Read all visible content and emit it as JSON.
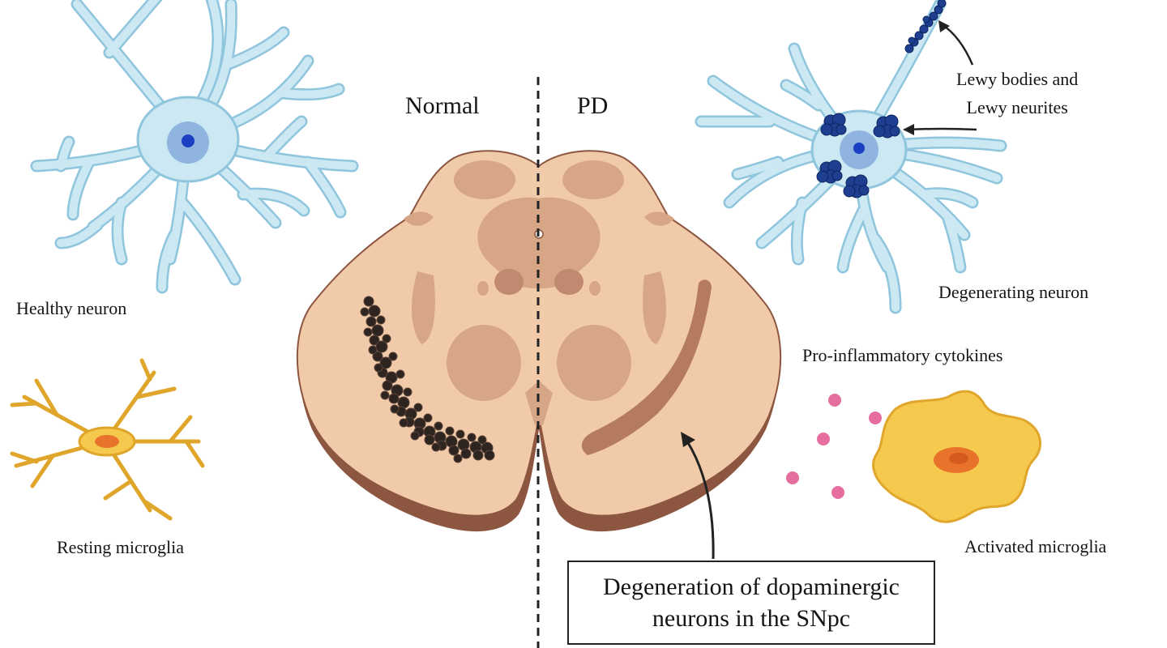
{
  "labels": {
    "healthy_neuron": "Healthy neuron",
    "resting_microglia": "Resting microglia",
    "normal": "Normal",
    "pd": "PD",
    "lewy_bodies": "Lewy bodies and\nLewy neurites",
    "degenerating_neuron": "Degenerating neuron",
    "cytokines": "Pro-inflammatory cytokines",
    "activated_microglia": "Activated microglia",
    "callout": "Degeneration of dopaminergic\nneurons in the SNpc"
  },
  "colors": {
    "neuron_fill": "#cbe8f3",
    "neuron_stroke": "#8fc5dd",
    "nucleus": "#8fb4e0",
    "nucleolus": "#1a3fc2",
    "lewy": "#1e3f8f",
    "microglia_fill": "#f5c94d",
    "microglia_stroke": "#e0a62c",
    "microglia_nucleus": "#e8732b",
    "brain_fill": "#f1cba9",
    "brain_outline": "#8c5640",
    "brain_shade": "#d7a686",
    "brain_dark": "#c08a70",
    "snpc_dark": "#2e2420",
    "snpc_pd": "#b57b61",
    "cytokine": "#e46f9e"
  }
}
